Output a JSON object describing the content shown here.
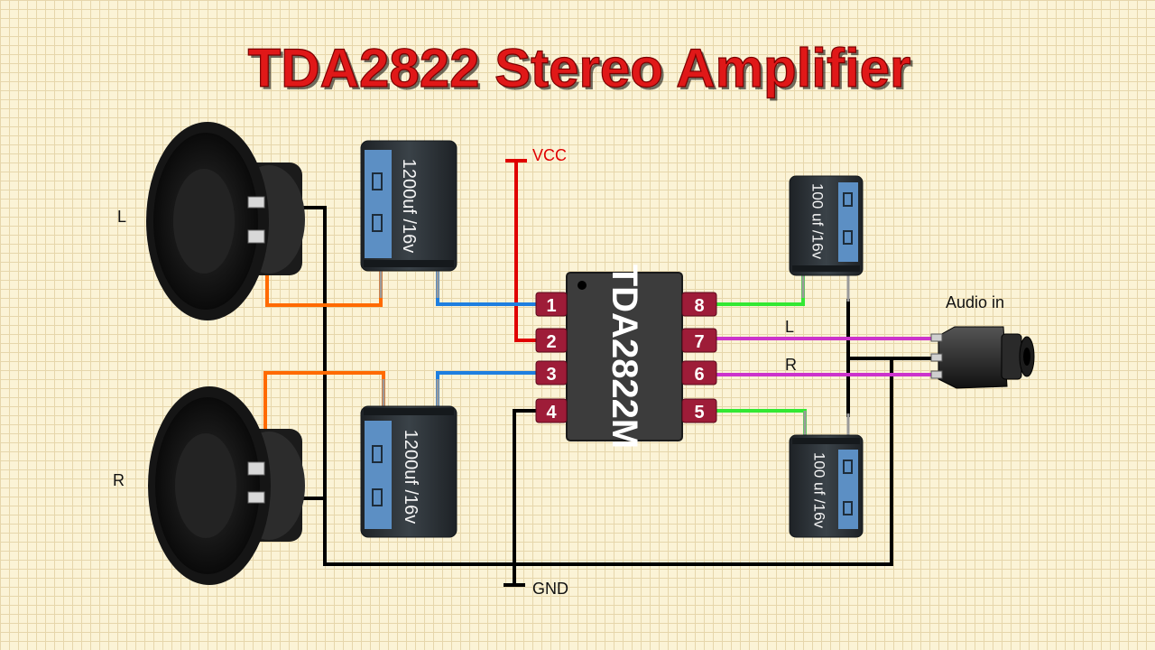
{
  "title": "TDA2822 Stereo Amplifier",
  "labels": {
    "vcc": "VCC",
    "gnd": "GND",
    "audio_in": "Audio in",
    "speaker_left": "L",
    "speaker_right": "R",
    "channel_left": "L",
    "channel_right": "R"
  },
  "chip": {
    "name": "TDA2822M",
    "pins": [
      "1",
      "2",
      "3",
      "4",
      "5",
      "6",
      "7",
      "8"
    ]
  },
  "capacitors": {
    "output_top": "1200uf /16v",
    "output_bottom": "1200uf /16v",
    "input_top": "100 uf /16v",
    "input_bottom": "100 uf /16v"
  },
  "colors": {
    "title": "#e01818",
    "vcc_wire": "#e00000",
    "ground_wire": "#000000",
    "speaker_wire": "#ff6a00",
    "output_wire": "#1e7fe0",
    "feedback_wire": "#33e833",
    "signal_wire": "#cc33cc",
    "chip_body": "#3c3c3c",
    "pin_pad": "#9e1c38",
    "capacitor_body": "#2d3338",
    "capacitor_stripe": "#5c8fc4"
  }
}
